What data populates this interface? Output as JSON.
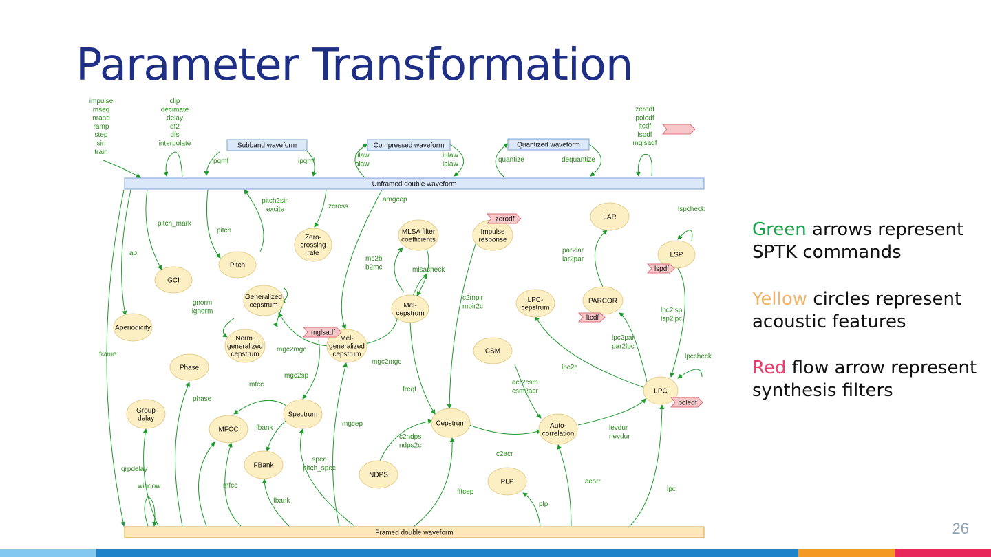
{
  "slide": {
    "title": "Parameter Transformation",
    "page_number": "26"
  },
  "legend": [
    {
      "keyword": "Green",
      "rest_line1": " arrows represent",
      "line2": "SPTK commands",
      "color": "#12a44a"
    },
    {
      "keyword": "Yellow",
      "rest_line1": " circles represent",
      "line2": "acoustic features",
      "color": "#f0b46a"
    },
    {
      "keyword": "Red",
      "rest_line1": " flow arrow represent",
      "line2": "synthesis filters",
      "color": "#ef3d6e"
    }
  ],
  "colors": {
    "title": "#1f2f86",
    "arrow": "#1f9a2e",
    "label_text": "#2c8a1e",
    "node_fill": "#fdefc4",
    "node_stroke": "#e3cf8e",
    "bar_blue_fill": "#dbe8fa",
    "bar_blue_stroke": "#7ea2d4",
    "bar_orange_fill": "#fde7b8",
    "bar_orange_stroke": "#d4a441",
    "filter_fill": "#f7c6c9",
    "filter_stroke": "#d9747b"
  },
  "bottom_bar": [
    "#82c8ef",
    "#1e83c8",
    "#1e83c8",
    "#f49a24",
    "#e8275a"
  ],
  "diagram": {
    "bars": {
      "unframed": "Unframed double waveform",
      "framed": "Framed double waveform"
    },
    "boxes": [
      {
        "id": "subband",
        "label": "Subband waveform"
      },
      {
        "id": "compressed",
        "label": "Compressed waveform"
      },
      {
        "id": "quantized",
        "label": "Quantized waveform"
      }
    ],
    "features": [
      {
        "id": "pitch",
        "lines": [
          "Pitch"
        ]
      },
      {
        "id": "gci",
        "lines": [
          "GCI"
        ]
      },
      {
        "id": "aperiodicity",
        "lines": [
          "Aperiodicity"
        ]
      },
      {
        "id": "phase",
        "lines": [
          "Phase"
        ]
      },
      {
        "id": "group_delay",
        "lines": [
          "Group",
          "delay"
        ]
      },
      {
        "id": "zero_crossing",
        "lines": [
          "Zero-",
          "crossing",
          "rate"
        ]
      },
      {
        "id": "generalized_cepstrum",
        "lines": [
          "Generalized",
          "cepstrum"
        ]
      },
      {
        "id": "norm_generalized_cepstrum",
        "lines": [
          "Norm.",
          "generalized",
          "cepstrum"
        ]
      },
      {
        "id": "mel_generalized_cepstrum",
        "lines": [
          "Mel-",
          "generalized",
          "cepstrum"
        ]
      },
      {
        "id": "mlsa",
        "lines": [
          "MLSA filter",
          "coefficients"
        ]
      },
      {
        "id": "mel_cepstrum",
        "lines": [
          "Mel-",
          "cepstrum"
        ]
      },
      {
        "id": "impulse_response",
        "lines": [
          "Impulse",
          "response"
        ]
      },
      {
        "id": "lar",
        "lines": [
          "LAR"
        ]
      },
      {
        "id": "lsp",
        "lines": [
          "LSP"
        ]
      },
      {
        "id": "parcor",
        "lines": [
          "PARCOR"
        ]
      },
      {
        "id": "lpc_cepstrum",
        "lines": [
          "LPC-",
          "cepstrum"
        ]
      },
      {
        "id": "csm",
        "lines": [
          "CSM"
        ]
      },
      {
        "id": "lpc",
        "lines": [
          "LPC"
        ]
      },
      {
        "id": "spectrum",
        "lines": [
          "Spectrum"
        ]
      },
      {
        "id": "mfcc",
        "lines": [
          "MFCC"
        ]
      },
      {
        "id": "fbank",
        "lines": [
          "FBank"
        ]
      },
      {
        "id": "cepstrum",
        "lines": [
          "Cepstrum"
        ]
      },
      {
        "id": "ndps",
        "lines": [
          "NDPS"
        ]
      },
      {
        "id": "autocorrelation",
        "lines": [
          "Auto-",
          "correlation"
        ]
      },
      {
        "id": "plp",
        "lines": [
          "PLP"
        ]
      }
    ],
    "filters": [
      "zerodf",
      "mglsadf",
      "ltcdf",
      "lspdf",
      "poledf"
    ],
    "command_labels": [
      {
        "id": "gen",
        "lines": [
          "impulse",
          "mseq",
          "nrand",
          "ramp",
          "step",
          "sin",
          "train"
        ]
      },
      {
        "id": "wave_ops",
        "lines": [
          "clip",
          "decimate",
          "delay",
          "df2",
          "dfs",
          "interpolate"
        ]
      },
      {
        "id": "synth_list",
        "lines": [
          "zerodf",
          "poledf",
          "ltcdf",
          "lspdf",
          "mglsadf"
        ]
      },
      {
        "id": "pqmf",
        "lines": [
          "pqmf"
        ]
      },
      {
        "id": "ipqmf",
        "lines": [
          "ipqmf"
        ]
      },
      {
        "id": "ulaw",
        "lines": [
          "ulaw",
          "alaw"
        ]
      },
      {
        "id": "iulaw",
        "lines": [
          "iulaw",
          "ialaw"
        ]
      },
      {
        "id": "quantize",
        "lines": [
          "quantize"
        ]
      },
      {
        "id": "dequantize",
        "lines": [
          "dequantize"
        ]
      },
      {
        "id": "pitch_mark",
        "lines": [
          "pitch_mark"
        ]
      },
      {
        "id": "pitch_cmd",
        "lines": [
          "pitch"
        ]
      },
      {
        "id": "pitch2sin",
        "lines": [
          "pitch2sin",
          "excite"
        ]
      },
      {
        "id": "zcross",
        "lines": [
          "zcross"
        ]
      },
      {
        "id": "amgcep",
        "lines": [
          "amgcep"
        ]
      },
      {
        "id": "ap",
        "lines": [
          "ap"
        ]
      },
      {
        "id": "gnorm",
        "lines": [
          "gnorm",
          "ignorm"
        ]
      },
      {
        "id": "mgc2mgc_a",
        "lines": [
          "mgc2mgc"
        ]
      },
      {
        "id": "mgc2mgc_b",
        "lines": [
          "mgc2mgc"
        ]
      },
      {
        "id": "mc2b",
        "lines": [
          "mc2b",
          "b2mc"
        ]
      },
      {
        "id": "mlsacheck",
        "lines": [
          "mlsacheck"
        ]
      },
      {
        "id": "c2mpir",
        "lines": [
          "c2mpir",
          "mpir2c"
        ]
      },
      {
        "id": "par2lar",
        "lines": [
          "par2lar",
          "lar2par"
        ]
      },
      {
        "id": "lspcheck",
        "lines": [
          "lspcheck"
        ]
      },
      {
        "id": "lpc2lsp",
        "lines": [
          "lpc2lsp",
          "lsp2lpc"
        ]
      },
      {
        "id": "lpc2par",
        "lines": [
          "lpc2par",
          "par2lpc"
        ]
      },
      {
        "id": "lpccheck",
        "lines": [
          "lpccheck"
        ]
      },
      {
        "id": "lpc2c",
        "lines": [
          "lpc2c"
        ]
      },
      {
        "id": "frame",
        "lines": [
          "frame"
        ]
      },
      {
        "id": "mgc2sp",
        "lines": [
          "mgc2sp"
        ]
      },
      {
        "id": "mfcc_cmd_top",
        "lines": [
          "mfcc"
        ]
      },
      {
        "id": "phase_cmd",
        "lines": [
          "phase"
        ]
      },
      {
        "id": "fbank_cmd_top",
        "lines": [
          "fbank"
        ]
      },
      {
        "id": "mgcep",
        "lines": [
          "mgcep"
        ]
      },
      {
        "id": "freqt",
        "lines": [
          "freqt"
        ]
      },
      {
        "id": "acr2csm",
        "lines": [
          "acr2csm",
          "csm2acr"
        ]
      },
      {
        "id": "c2ndps",
        "lines": [
          "c2ndps",
          "ndps2c"
        ]
      },
      {
        "id": "c2acr",
        "lines": [
          "c2acr"
        ]
      },
      {
        "id": "levdur",
        "lines": [
          "levdur",
          "rlevdur"
        ]
      },
      {
        "id": "grpdelay",
        "lines": [
          "grpdelay"
        ]
      },
      {
        "id": "spec",
        "lines": [
          "spec",
          "pitch_spec"
        ]
      },
      {
        "id": "window",
        "lines": [
          "window"
        ]
      },
      {
        "id": "mfcc_cmd_bottom",
        "lines": [
          "mfcc"
        ]
      },
      {
        "id": "fbank_cmd_bottom",
        "lines": [
          "fbank"
        ]
      },
      {
        "id": "fftcep",
        "lines": [
          "fftcep"
        ]
      },
      {
        "id": "plp_cmd",
        "lines": [
          "plp"
        ]
      },
      {
        "id": "acorr",
        "lines": [
          "acorr"
        ]
      },
      {
        "id": "lpc_cmd",
        "lines": [
          "lpc"
        ]
      }
    ]
  }
}
